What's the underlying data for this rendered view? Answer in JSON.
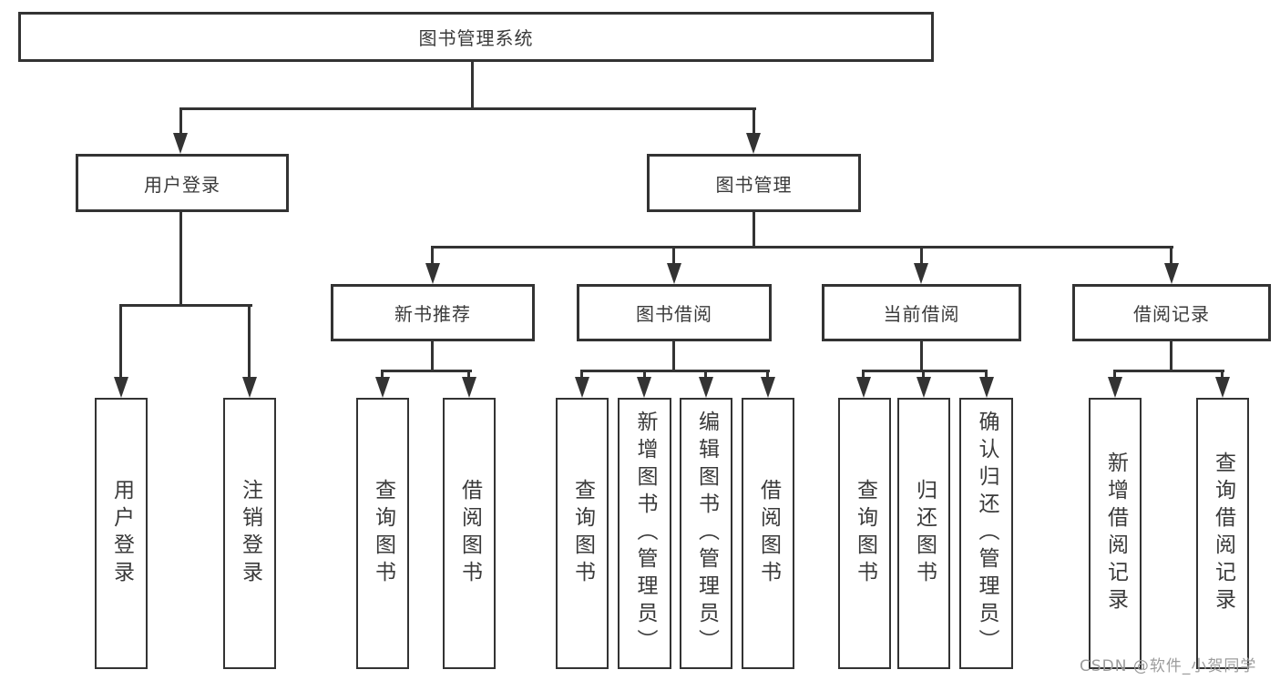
{
  "root": {
    "label": "图书管理系统"
  },
  "branches": [
    {
      "label": "用户登录",
      "children": [
        {
          "label": "用户登录"
        },
        {
          "label": "注销登录"
        }
      ]
    },
    {
      "label": "图书管理",
      "groups": [
        {
          "label": "新书推荐",
          "children": [
            {
              "label": "查询图书"
            },
            {
              "label": "借阅图书"
            }
          ]
        },
        {
          "label": "图书借阅",
          "children": [
            {
              "label": "查询图书"
            },
            {
              "label": "新增图书（管理员）"
            },
            {
              "label": "编辑图书（管理员）"
            },
            {
              "label": "借阅图书"
            }
          ]
        },
        {
          "label": "当前借阅",
          "children": [
            {
              "label": "查询图书"
            },
            {
              "label": "归还图书"
            },
            {
              "label": "确认归还（管理员）"
            }
          ]
        },
        {
          "label": "借阅记录",
          "children": [
            {
              "label": "新增借阅记录"
            },
            {
              "label": "查询借阅记录"
            }
          ]
        }
      ]
    }
  ],
  "watermark": {
    "text": "CSDN @软件_小贺同学"
  },
  "colors": {
    "line": "#333333",
    "text": "#3a3a3a",
    "watermark": "#9c9c9c",
    "background": "#ffffff"
  }
}
